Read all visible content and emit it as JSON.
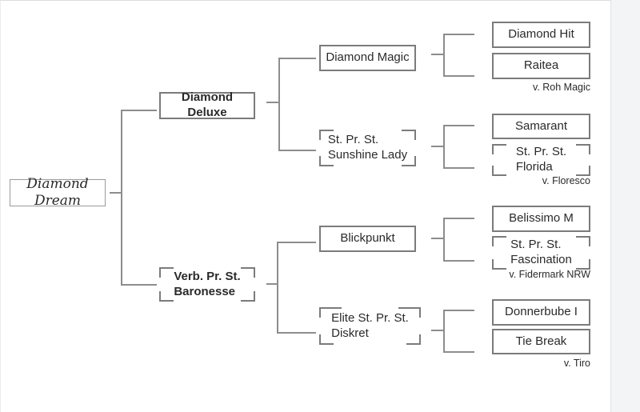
{
  "canvas": {
    "card_color": "#ffffff",
    "page_color": "#f3f4f6",
    "line_color": "#8d8d8d",
    "box_border_color": "#7b7b7b",
    "text_color": "#2a2a2a"
  },
  "pedigree": {
    "root": {
      "line1": "Diamond Dream"
    },
    "sire": {
      "line1": "Diamond Deluxe"
    },
    "dam": {
      "line1": "Verb. Pr. St.",
      "line2": "Baronesse"
    },
    "sire_sire": {
      "line1": "Diamond Magic"
    },
    "sire_dam": {
      "line1": "St. Pr. St.",
      "line2": "Sunshine Lady"
    },
    "dam_sire": {
      "line1": "Blickpunkt"
    },
    "dam_dam": {
      "line1": "Elite St. Pr. St.",
      "line2": "Diskret"
    },
    "gen4": [
      {
        "line1": "Diamond Hit"
      },
      {
        "line1": "Raitea",
        "note": "v. Roh Magic"
      },
      {
        "line1": "Samarant"
      },
      {
        "line1": "St. Pr. St.",
        "line2": "Florida",
        "note": "v. Floresco"
      },
      {
        "line1": "Belissimo M"
      },
      {
        "line1": "St. Pr. St.",
        "line2": "Fascination",
        "note": "v. Fidermark NRW"
      },
      {
        "line1": "Donnerbube I"
      },
      {
        "line1": "Tie Break",
        "note": "v. Tiro"
      }
    ]
  }
}
